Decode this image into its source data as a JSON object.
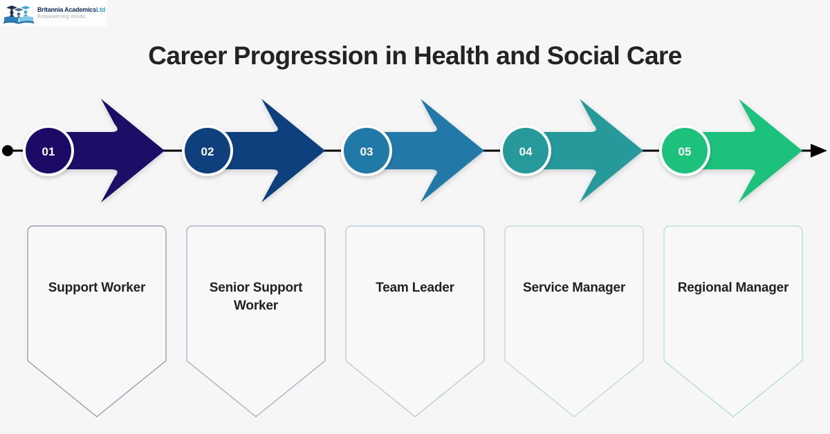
{
  "logo": {
    "name_main": "Britannia Academics",
    "name_suffix": "Ltd",
    "tagline": "Empowering minds",
    "icon": "graduation-book-logo-icon"
  },
  "header": {
    "title": "Career Progression in Health and Social Care"
  },
  "colors": {
    "background": "#f6f6f6",
    "title": "#232323",
    "timeline_line": "#000000",
    "step_1": "#1d0a66",
    "step_2": "#103f7d",
    "step_3": "#2179a8",
    "step_4": "#26999b",
    "step_5": "#1ec17c",
    "card_border_1": "#8e8ba8",
    "card_border_2": "#9aa7be",
    "card_border_3": "#aac4d2",
    "card_border_4": "#b6d6d6",
    "card_border_5": "#a9dec7",
    "card_fill": "#f8f8f9",
    "circle_ring": "#ffffff",
    "number_text": "#ffffff"
  },
  "timeline": {
    "start_marker": "timeline-start-dot",
    "end_marker": "timeline-end-arrowhead",
    "steps": [
      {
        "number": "01",
        "label": "Support Worker",
        "color": "#1d0a66",
        "border": "#8e8ba8"
      },
      {
        "number": "02",
        "label": "Senior Support Worker",
        "color": "#103f7d",
        "border": "#9aa7be"
      },
      {
        "number": "03",
        "label": "Team Leader",
        "color": "#2179a8",
        "border": "#aac4d2"
      },
      {
        "number": "04",
        "label": "Service Manager",
        "color": "#26999b",
        "border": "#b6d6d6"
      },
      {
        "number": "05",
        "label": "Regional Manager",
        "color": "#1ec17c",
        "border": "#a9dec7"
      }
    ]
  },
  "chart_data": {
    "type": "diagram",
    "title": "Career Progression in Health and Social Care",
    "categories": [
      "01",
      "02",
      "03",
      "04",
      "05"
    ],
    "labels": [
      "Support Worker",
      "Senior Support Worker",
      "Team Leader",
      "Service Manager",
      "Regional Manager"
    ],
    "colors": [
      "#1d0a66",
      "#103f7d",
      "#2179a8",
      "#26999b",
      "#1ec17c"
    ],
    "legend": "none",
    "grid": false
  }
}
